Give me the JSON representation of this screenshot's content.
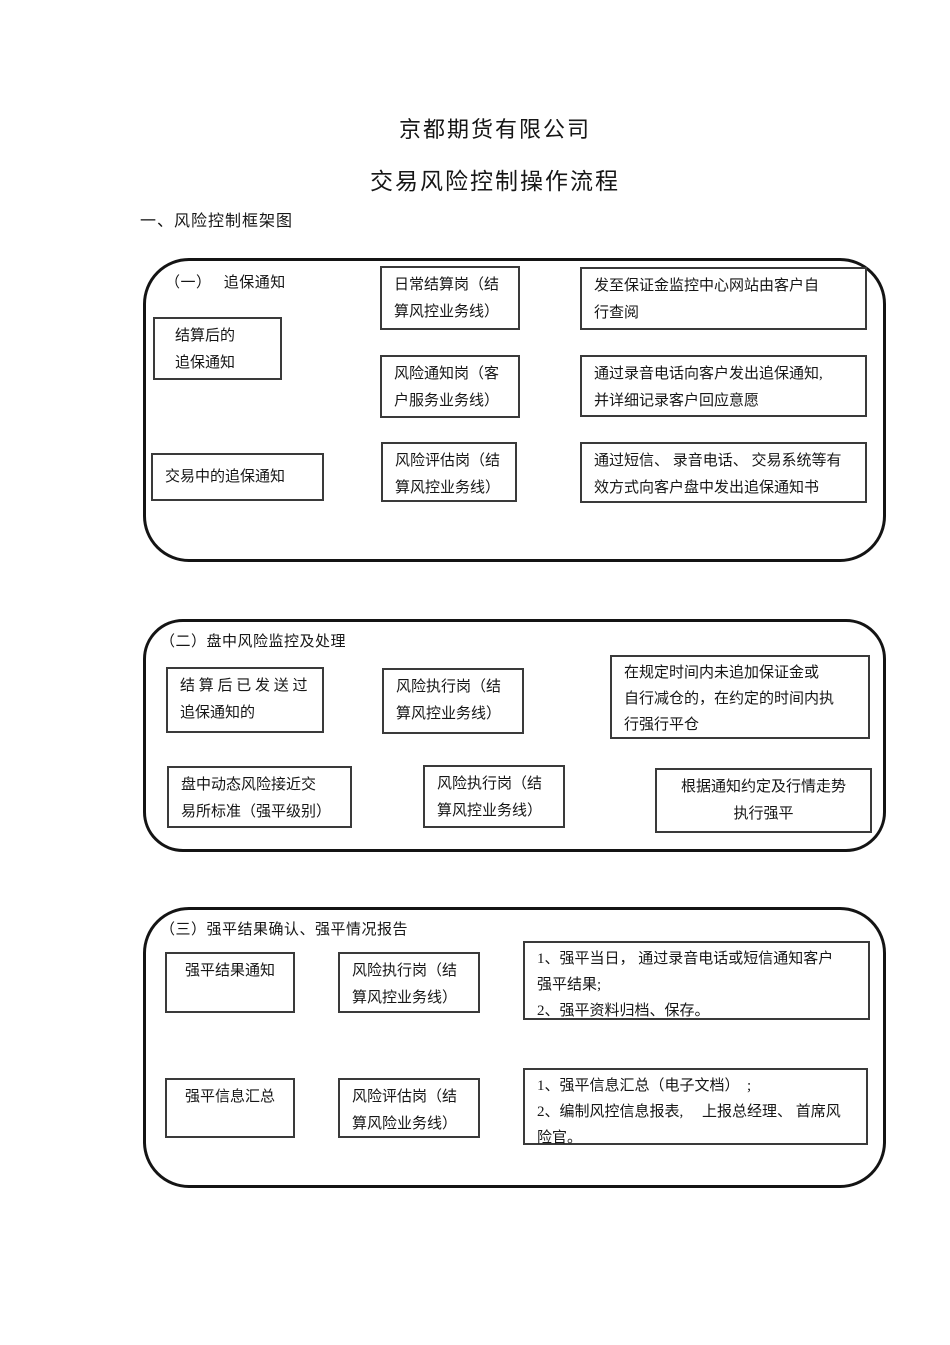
{
  "document": {
    "title": "京都期货有限公司",
    "subtitle": "交易风险控制操作流程",
    "section_heading": "一、风险控制框架图"
  },
  "flow1": {
    "label": "（一）　 追保通知",
    "settle_after_notice": "结算后的\n追保通知",
    "daily_settlement_post": "日常结算岗（结\n算风控业务线）",
    "risk_notify_post": "风险通知岗（客\n户服务业务线）",
    "website_notice": "发至保证金监控中心网站由客户自\n行查阅",
    "phone_notice": "通过录音电话向客户发出追保通知,\n并详细记录客户回应意愿",
    "intraday_notice": "交易中的追保通知",
    "risk_assess_post": "风险评估岗（结\n算风控业务线）",
    "multichannel_notice": "通过短信、 录音电话、 交易系统等有\n效方式向客户盘中发出追保通知书"
  },
  "flow2": {
    "label": "（二）盘中风险监控及处理",
    "notice_sent": "结 算 后 已 发 送 过\n追保通知的",
    "risk_exec_post_row1": "风险执行岗（结\n算风控业务线）",
    "force_liquidation": "在规定时间内未追加保证金或\n自行减仓的，在约定的时间内执\n行强行平仓",
    "dynamic_risk": "盘中动态风险接近交\n易所标准（强平级别）",
    "risk_exec_post_row2": "风险执行岗（结\n算风控业务线）",
    "exec_by_agreement": "根据通知约定及行情走势\n执行强平"
  },
  "flow3": {
    "label": "（三）强平结果确认、强平情况报告",
    "result_notice": "强平结果通知",
    "risk_exec_post": "风险执行岗（结\n算风控业务线）",
    "result_steps": "1、强平当日， 通过录音电话或短信通知客户\n强平结果;\n2、强平资料归档、保存。",
    "info_summary": "强平信息汇总",
    "risk_assess_post": "风险评估岗（结\n算风险业务线）",
    "summary_steps": "1、强平信息汇总（电子文档）　;\n2、编制风控信息报表,　 上报总经理、 首席风\n险官。"
  }
}
